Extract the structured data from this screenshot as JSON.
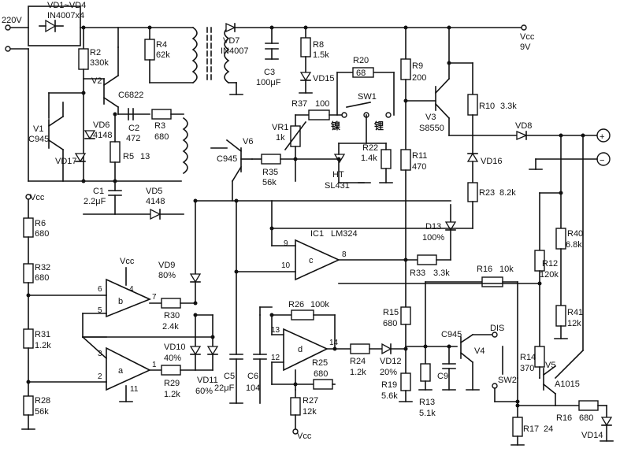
{
  "labels": {
    "vd1_vd4": "VD1~VD4",
    "in4007x4": "IN4007x4",
    "v220": "220V",
    "r2": "R2",
    "r2v": "330k",
    "r4": "R4",
    "r4v": "62k",
    "vd7": "VD7",
    "vd7v": "IN4007",
    "c3": "C3",
    "c3v": "100μF",
    "r8": "R8",
    "r8v": "1.5k",
    "vd15": "VD15",
    "r9": "R9",
    "r9v": "200",
    "vcc_top": "Vcc",
    "v9": "9V",
    "v2": "V2",
    "c6822": "C6822",
    "v1": "V1",
    "c945a": "C945",
    "vd6": "VD6",
    "d4148a": "4148",
    "c2": "C2",
    "c2v": "472",
    "r3": "R3",
    "r3v": "680",
    "vd17": "VD17",
    "r5": "R5",
    "r5v": "13",
    "c1": "C1",
    "c1v": "2.2μF",
    "vd5": "VD5",
    "d4148b": "4148",
    "r20": "R20",
    "r20v": "68",
    "r37": "R37",
    "r37v": "100",
    "sw1": "SW1",
    "ni": "镍",
    "li": "锂",
    "vr1": "VR1",
    "vr1v": "1k",
    "v6": "V6",
    "c945b": "C945",
    "r35": "R35",
    "r35v": "56k",
    "r22": "R22",
    "r22v": "1.4k",
    "ht": "HT",
    "sl431": "SL431",
    "v3": "V3",
    "s8550": "S8550",
    "r10": "R10",
    "r10v": "3.3k",
    "vd8": "VD8",
    "plus": "+",
    "minus": "−",
    "r11": "R11",
    "r11v": "470",
    "vd16": "VD16",
    "r23": "R23",
    "r23v": "8.2k",
    "vcc_left": "Vcc",
    "r6": "R6",
    "r6v": "680",
    "ic1": "IC1",
    "lm324": "LM324",
    "d13": "D13",
    "d13v": "100%",
    "r40": "R40",
    "r40v": "6.8k",
    "vcc_b": "Vcc",
    "vd9": "VD9",
    "vd9v": "80%",
    "r32": "R32",
    "r32v": "680",
    "r33": "R33",
    "r33v": "3.3k",
    "r16a": "R16",
    "r16av": "10k",
    "r12": "R12",
    "r12v": "120k",
    "r30": "R30",
    "r30v": "2.4k",
    "r26": "R26",
    "r26v": "100k",
    "r41": "R41",
    "r41v": "12k",
    "r31": "R31",
    "r31v": "1.2k",
    "vd10": "VD10",
    "vd10v": "40%",
    "vd11": "VD11",
    "vd11v": "60%",
    "c5": "C5",
    "c5v": "22μF",
    "c6": "C6",
    "c6v": "104",
    "r25": "R25",
    "r25v": "680",
    "r24": "R24",
    "r24v": "1.2k",
    "vd12": "VD12",
    "vd12v": "20%",
    "r15": "R15",
    "r15v": "680",
    "r19": "R19",
    "r19v": "5.6k",
    "c945c": "C945",
    "v4": "V4",
    "dis": "DIS",
    "sw2": "SW2",
    "c9": "C9",
    "r14": "R14",
    "r14v": "370",
    "v5": "V5",
    "a1015": "A1015",
    "r29": "R29",
    "r29v": "1.2k",
    "r28": "R28",
    "r28v": "56k",
    "r27": "R27",
    "r27v": "12k",
    "vcc_bot": "Vcc",
    "r13": "R13",
    "r13v": "5.1k",
    "r16b": "R16",
    "r16bv": "680",
    "r17": "R17",
    "r17v": "24",
    "vd14": "VD14",
    "pin9": "9",
    "pin10": "10",
    "pin8": "8",
    "pin6": "6",
    "pin5": "5",
    "pin7": "7",
    "pin4": "4",
    "pin3": "3",
    "pin2": "2",
    "pin1": "1",
    "pin11": "11",
    "pin13": "13",
    "pin12": "12",
    "pin14": "14",
    "oa_a": "a",
    "oa_b": "b",
    "oa_c": "c",
    "oa_d": "d"
  }
}
